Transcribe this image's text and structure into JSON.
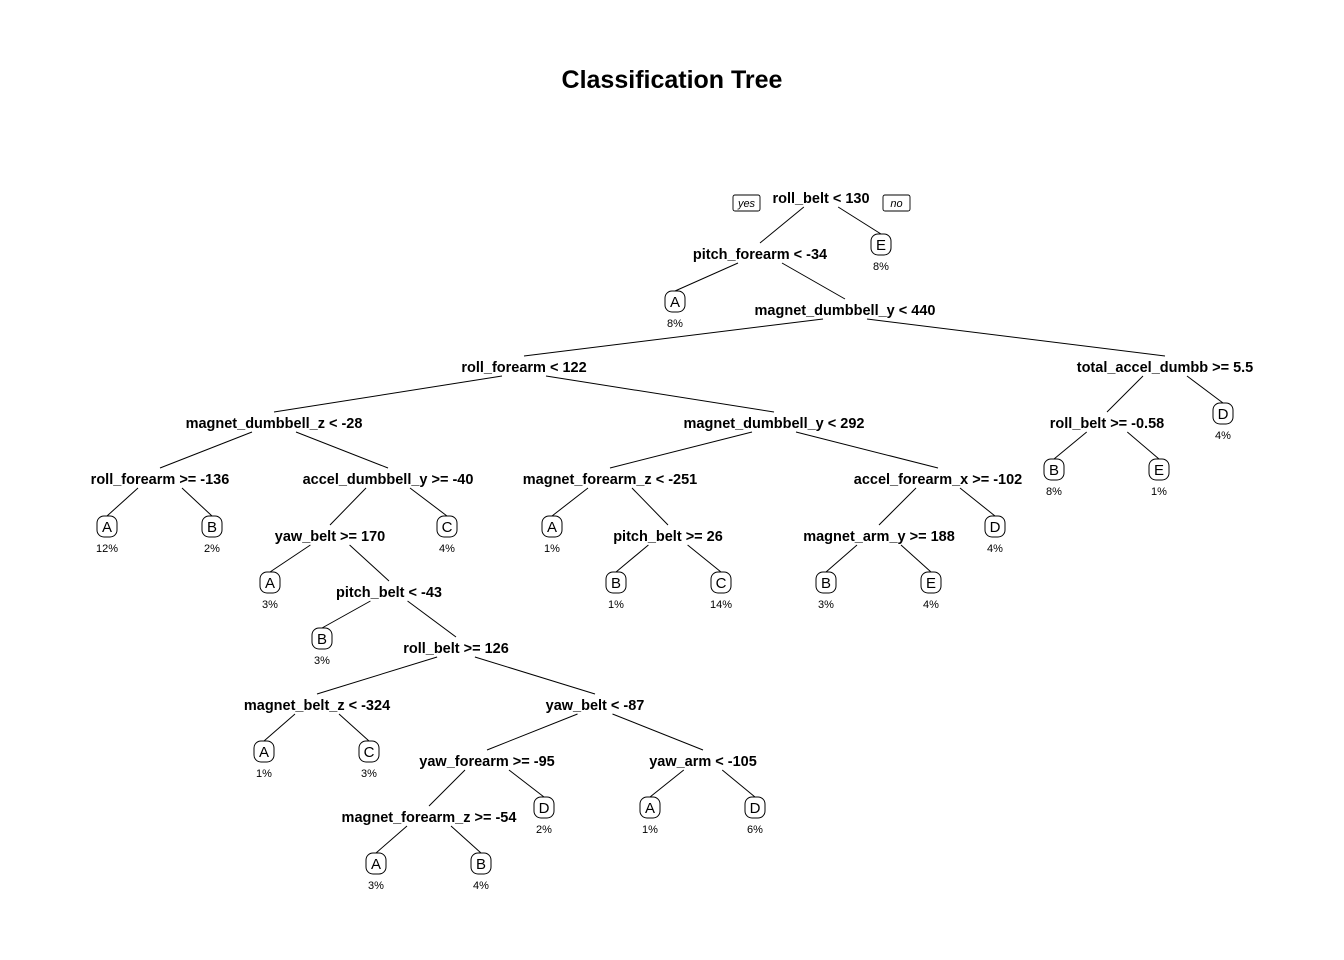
{
  "title": "Classification Tree",
  "branch_labels": {
    "yes": "yes",
    "no": "no"
  },
  "nodes": [
    {
      "id": "n1",
      "label": "roll_belt < 130"
    },
    {
      "id": "n2",
      "label": "pitch_forearm < -34"
    },
    {
      "id": "n3",
      "label": "magnet_dumbbell_y < 440"
    },
    {
      "id": "n4",
      "label": "roll_forearm < 122"
    },
    {
      "id": "n5",
      "label": "total_accel_dumbb >= 5.5"
    },
    {
      "id": "n6",
      "label": "magnet_dumbbell_z < -28"
    },
    {
      "id": "n7",
      "label": "magnet_dumbbell_y < 292"
    },
    {
      "id": "n8",
      "label": "roll_belt >= -0.58"
    },
    {
      "id": "n9",
      "label": "roll_forearm >= -136"
    },
    {
      "id": "n10",
      "label": "accel_dumbbell_y >= -40"
    },
    {
      "id": "n11",
      "label": "magnet_forearm_z < -251"
    },
    {
      "id": "n12",
      "label": "accel_forearm_x >= -102"
    },
    {
      "id": "n13",
      "label": "yaw_belt >= 170"
    },
    {
      "id": "n14",
      "label": "pitch_belt >= 26"
    },
    {
      "id": "n15",
      "label": "magnet_arm_y >= 188"
    },
    {
      "id": "n16",
      "label": "pitch_belt < -43"
    },
    {
      "id": "n17",
      "label": "roll_belt >= 126"
    },
    {
      "id": "n18",
      "label": "magnet_belt_z < -324"
    },
    {
      "id": "n19",
      "label": "yaw_belt < -87"
    },
    {
      "id": "n20",
      "label": "yaw_forearm >= -95"
    },
    {
      "id": "n21",
      "label": "yaw_arm < -105"
    },
    {
      "id": "n22",
      "label": "magnet_forearm_z >= -54"
    }
  ],
  "leaves": [
    {
      "id": "lE1",
      "class": "E",
      "pct": "8%"
    },
    {
      "id": "lA1",
      "class": "A",
      "pct": "8%"
    },
    {
      "id": "lD1",
      "class": "D",
      "pct": "4%"
    },
    {
      "id": "lB1",
      "class": "B",
      "pct": "8%"
    },
    {
      "id": "lE2",
      "class": "E",
      "pct": "1%"
    },
    {
      "id": "lA2",
      "class": "A",
      "pct": "12%"
    },
    {
      "id": "lB2",
      "class": "B",
      "pct": "2%"
    },
    {
      "id": "lC1",
      "class": "C",
      "pct": "4%"
    },
    {
      "id": "lA3",
      "class": "A",
      "pct": "1%"
    },
    {
      "id": "lD2",
      "class": "D",
      "pct": "4%"
    },
    {
      "id": "lA4",
      "class": "A",
      "pct": "3%"
    },
    {
      "id": "lB3",
      "class": "B",
      "pct": "1%"
    },
    {
      "id": "lC2",
      "class": "C",
      "pct": "14%"
    },
    {
      "id": "lB4",
      "class": "B",
      "pct": "3%"
    },
    {
      "id": "lE3",
      "class": "E",
      "pct": "4%"
    },
    {
      "id": "lB5",
      "class": "B",
      "pct": "3%"
    },
    {
      "id": "lA5",
      "class": "A",
      "pct": "1%"
    },
    {
      "id": "lC3",
      "class": "C",
      "pct": "3%"
    },
    {
      "id": "lD3",
      "class": "D",
      "pct": "2%"
    },
    {
      "id": "lA6",
      "class": "A",
      "pct": "1%"
    },
    {
      "id": "lD4",
      "class": "D",
      "pct": "6%"
    },
    {
      "id": "lA7",
      "class": "A",
      "pct": "3%"
    },
    {
      "id": "lB6",
      "class": "B",
      "pct": "4%"
    }
  ],
  "edges": [
    [
      "n1",
      "n2"
    ],
    [
      "n1",
      "lE1"
    ],
    [
      "n2",
      "lA1"
    ],
    [
      "n2",
      "n3"
    ],
    [
      "n3",
      "n4"
    ],
    [
      "n3",
      "n5"
    ],
    [
      "n5",
      "n8"
    ],
    [
      "n5",
      "lD1"
    ],
    [
      "n8",
      "lB1"
    ],
    [
      "n8",
      "lE2"
    ],
    [
      "n4",
      "n6"
    ],
    [
      "n4",
      "n7"
    ],
    [
      "n6",
      "n9"
    ],
    [
      "n6",
      "n10"
    ],
    [
      "n9",
      "lA2"
    ],
    [
      "n9",
      "lB2"
    ],
    [
      "n10",
      "n13"
    ],
    [
      "n10",
      "lC1"
    ],
    [
      "n7",
      "n11"
    ],
    [
      "n7",
      "n12"
    ],
    [
      "n11",
      "lA3"
    ],
    [
      "n11",
      "n14"
    ],
    [
      "n12",
      "n15"
    ],
    [
      "n12",
      "lD2"
    ],
    [
      "n13",
      "lA4"
    ],
    [
      "n13",
      "n16"
    ],
    [
      "n14",
      "lB3"
    ],
    [
      "n14",
      "lC2"
    ],
    [
      "n15",
      "lB4"
    ],
    [
      "n15",
      "lE3"
    ],
    [
      "n16",
      "lB5"
    ],
    [
      "n16",
      "n17"
    ],
    [
      "n17",
      "n18"
    ],
    [
      "n17",
      "n19"
    ],
    [
      "n18",
      "lA5"
    ],
    [
      "n18",
      "lC3"
    ],
    [
      "n19",
      "n20"
    ],
    [
      "n19",
      "n21"
    ],
    [
      "n20",
      "n22"
    ],
    [
      "n20",
      "lD3"
    ],
    [
      "n21",
      "lA6"
    ],
    [
      "n21",
      "lD4"
    ],
    [
      "n22",
      "lA7"
    ],
    [
      "n22",
      "lB6"
    ]
  ]
}
